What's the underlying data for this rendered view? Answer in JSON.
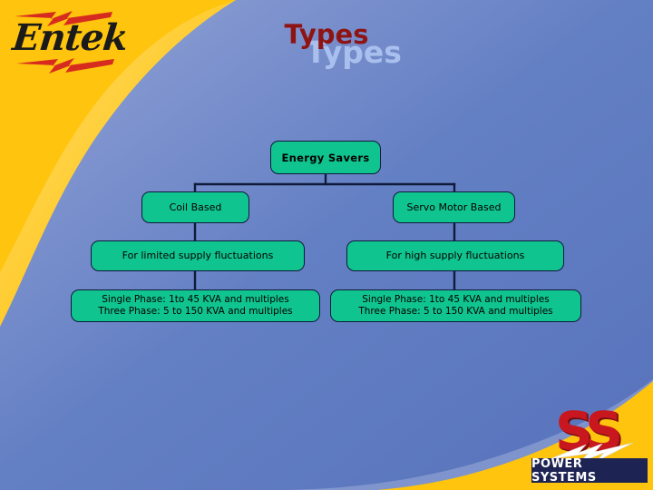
{
  "slide": {
    "background_yellow": "#FFC40D",
    "background_blue": "#5B77BE",
    "node_fill": "#10C48F",
    "node_border": "#101A3A"
  },
  "brand": {
    "entek_name": "Entek",
    "ss_letters": "SS",
    "ss_tagline": "POWER SYSTEMS",
    "ss_bar_color": "#1D2353",
    "ss_letter_color": "#C8171E"
  },
  "title": {
    "main": "Types",
    "shadow": "Types",
    "main_color": "#8E1414",
    "shadow_color": "#A9BFEE"
  },
  "chart": {
    "type": "tree",
    "root": {
      "label": "Energy Savers"
    },
    "branches": [
      {
        "label": "Coil Based",
        "detail": "For limited supply fluctuations",
        "spec_line1": "Single Phase: 1to 45 KVA and multiples",
        "spec_line2": "Three Phase: 5 to 150 KVA and multiples"
      },
      {
        "label": "Servo Motor Based",
        "detail": "For high supply fluctuations",
        "spec_line1": "Single Phase: 1to 45 KVA and multiples",
        "spec_line2": "Three Phase: 5 to 150 KVA and multiples"
      }
    ]
  }
}
